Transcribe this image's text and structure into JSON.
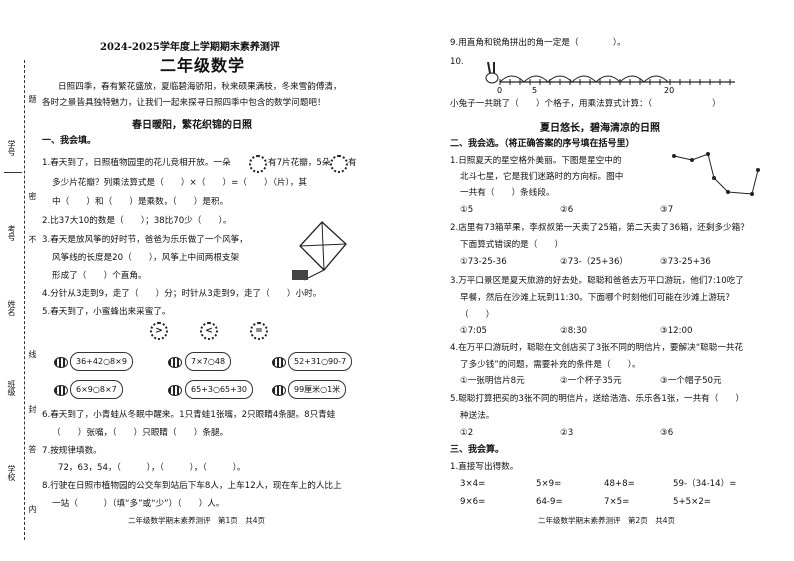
{
  "binding_labels": [
    "题",
    "密",
    "不",
    "线",
    "封",
    "答",
    "内"
  ],
  "student_fields": [
    "学号",
    "考号",
    "姓名",
    "班级",
    "学校"
  ],
  "exam_header": "2024-2025学年度上学期期末素养测评",
  "grade_title": "二年级数学",
  "intro": [
    "日照四季，春有繁花盛放，夏临碧海骄阳，秋来硕果满枝，冬来雪韵傅清，",
    "各时之景皆具独特魅力，让我们一起来探寻日照四季中包含的数学问题吧！"
  ],
  "spring_title": "春日暖阳，繁花织锦的日照",
  "section1": "一、我会填。",
  "q1": [
    "1.春天到了，日照植物园里的花儿竞相开放。一朵",
    "有7片花瓣，5朵",
    "有",
    "多少片花瓣？列乘法算式是（　　）×（　　）=（　　）（片），其",
    "中（　　）和（　　）是乘数，（　　）是积。"
  ],
  "q2": "2.比37大10的数是（　　）；38比70少（　　）。",
  "q3": [
    "3.春天是放风筝的好时节，爸爸为乐乐做了一个风筝，",
    "风筝线的长度是20（　　），风筝上中间两根支架",
    "形成了（　　）个直角。"
  ],
  "q4": "4.分针从3走到9，走了（　　）分；时针从3走到9，走了（　　）小时。",
  "q5": "5.春天到了，小蜜蜂出来采蜜了。",
  "flower_signs": [
    ">",
    "<",
    "="
  ],
  "bubbles": [
    "36+42○8×9",
    "7×7○48",
    "52+31○90-7",
    "6×9○8×7",
    "65+3○65+30",
    "99厘米○1米"
  ],
  "q6": [
    "6.春天到了，小青蛙从冬眠中醒来。1只青蛙1张嘴，2只眼睛4条腿。8只青蛙",
    "（　　）张嘴，（　　）只眼睛（　　）条腿。"
  ],
  "q7": [
    "7.按规律填数。",
    "72，63，54，（　　　），（　　　），（　　　）。"
  ],
  "q8": [
    "8.行驶在日照市植物园的公交车到站后下车8人，上车12人，现在车上的人比上",
    "一站（　　　）（填“多”或“少”）（　　）人。"
  ],
  "footer_left": "二年级数学期末素养测评　第1页　共4页",
  "q9": "9.用直角和锐角拼出的角一定是（　　　　）。",
  "q10_num": "10.",
  "ruler_ticks": [
    "0",
    "5",
    "",
    "20"
  ],
  "q10_line": "小兔子一共跳了（　　）个格子，用乘法算式计算：（　　　　　　　）",
  "summer_title": "夏日悠长，碧海清凉的日照",
  "section2": "二、我会选。（将正确答案的序号填在括号里）",
  "s1": [
    "1.日照夏天的星空格外美丽。下图是星空中的",
    "北斗七星，它是我们迷路时的方向标。图中",
    "一共有（　　）条线段。"
  ],
  "s1_opts": [
    "①5",
    "②6",
    "③7"
  ],
  "s2": [
    "2.店里有73箱苹果，李叔叔第一天卖了25箱，第二天卖了36箱，还剩多少箱？",
    "下面算式错误的是（　　）"
  ],
  "s2_opts": [
    "①73-25-36",
    "②73-（25+36）",
    "③73-25+36"
  ],
  "s3": [
    "3.万平口景区是夏天旅游的好去处。聪聪和爸爸去万平口游玩，他们7:10吃了",
    "早餐，然后在沙滩上玩到11:30。下面哪个时刻他们可能在沙滩上游玩？",
    "（　　）"
  ],
  "s3_opts": [
    "①7:05",
    "②8:30",
    "③12:00"
  ],
  "s4": [
    "4.在万平口游玩时，聪聪在文创店买了3张不同的明信片，要解决“聪聪一共花",
    "了多少钱”的问题，需要补充的条件是（　　）。"
  ],
  "s4_opts": [
    "①一张明信片8元",
    "②一个杯子35元",
    "③一个帽子50元"
  ],
  "s5": [
    "5.聪聪打算把买的3张不同的明信片，送给浩浩、乐乐各1张，一共有（　　）",
    "种送法。"
  ],
  "s5_opts": [
    "①2",
    "②3",
    "③6"
  ],
  "section3": "三、我会算。",
  "calc_title": "1.直接写出得数。",
  "calc_row1": [
    "3×4=",
    "5×9=",
    "48+8=",
    "59-（34-14）="
  ],
  "calc_row2": [
    "9×6=",
    "64-9=",
    "7×5=",
    "5+5×2="
  ],
  "footer_right": "二年级数学期末素养测评　第2页　共4页"
}
